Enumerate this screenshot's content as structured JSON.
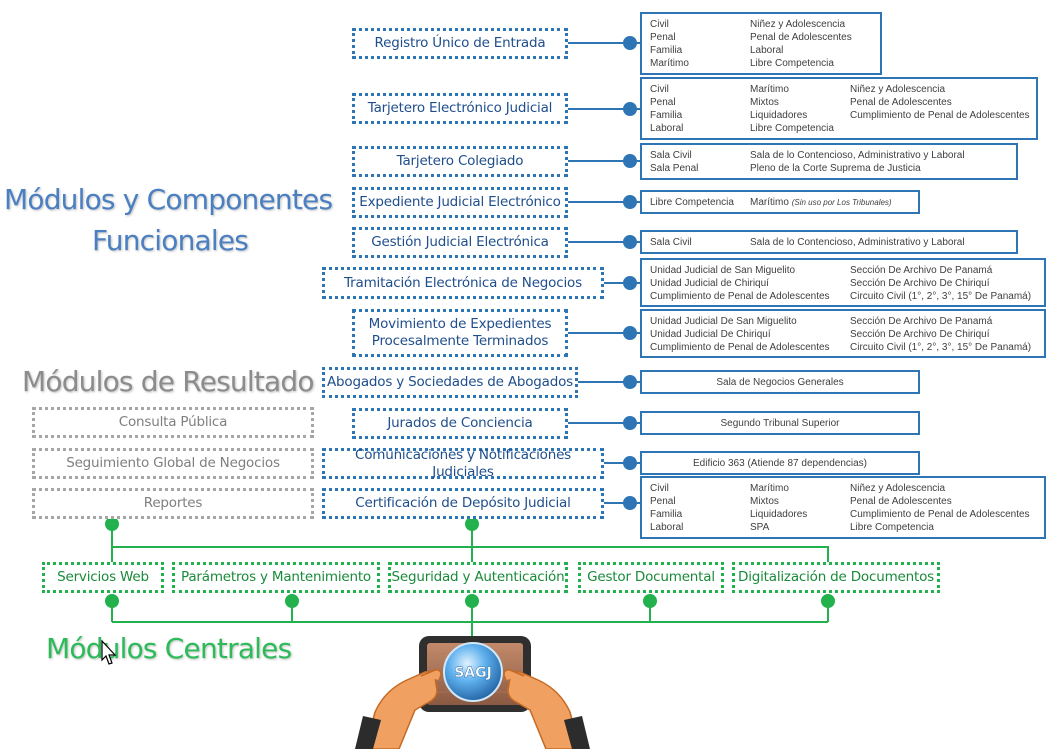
{
  "headings": {
    "functional_line1": "Módulos y Componentes",
    "functional_line2": "Funcionales",
    "result": "Módulos de Resultado",
    "central": "Módulos Centrales"
  },
  "functional_modules": [
    "Registro Único de Entrada",
    "Tarjetero Electrónico Judicial",
    "Tarjetero Colegiado",
    "Expediente Judicial Electrónico",
    "Gestión Judicial Electrónica",
    "Tramitación Electrónica de Negocios",
    "Movimiento de Expedientes Procesalmente Terminados",
    "Abogados y Sociedades de Abogados",
    "Jurados de Conciencia",
    "Comunicaciones y Notificaciones Judiciales",
    "Certificación de Depósito Judicial"
  ],
  "result_modules": [
    "Consulta Pública",
    "Seguimiento Global de Negocios",
    "Reportes"
  ],
  "central_modules": [
    "Servicios Web",
    "Parámetros y Mantenimiento",
    "Seguridad y Autenticación",
    "Gestor Documental",
    "Digitalización de Documentos"
  ],
  "panels": {
    "registro": {
      "col1": "Civil\nPenal\nFamilia\nMarítimo",
      "col2": "Niñez y Adolescencia\nPenal de Adolescentes\nLaboral\nLibre Competencia"
    },
    "tarjetero_judicial": {
      "col1": "Civil\nPenal\nFamilia\nLaboral",
      "col2": "Marítimo\nMixtos\nLiquidadores\nLibre Competencia",
      "col3": "Niñez y Adolescencia\nPenal de Adolescentes\nCumplimiento de Penal de Adolescentes"
    },
    "tarjetero_colegiado": {
      "col1": "Sala Civil\nSala Penal",
      "col2": "Sala de lo Contencioso, Administrativo y Laboral\nPleno de la Corte Suprema de Justicia"
    },
    "expediente": {
      "col1": "Libre Competencia",
      "col2": "Marítimo",
      "note": "(Sin uso por Los Tribunales)"
    },
    "gestion": {
      "col1": "Sala Civil",
      "col2": "Sala de lo Contencioso, Administrativo y Laboral"
    },
    "tramitacion": {
      "col1": "Unidad Judicial de San Miguelito\nUnidad Judicial de Chiriquí\nCumplimiento de Penal de Adolescentes",
      "col2": "Sección De Archivo De Panamá\nSección De Archivo De Chiriquí\nCircuito Civil (1°, 2°, 3°, 15° De Panamá)"
    },
    "movimiento": {
      "col1": "Unidad Judicial De San Miguelito\nUnidad Judicial De Chiriquí\nCumplimiento de Penal de Adolescentes",
      "col2": "Sección De Archivo De Panamá\nSección De Archivo De Chiriquí\nCircuito Civil (1°, 2°, 3°, 15° De Panamá)"
    },
    "abogados": {
      "text": "Sala de Negocios Generales"
    },
    "jurados": {
      "text": "Segundo Tribunal Superior"
    },
    "comunicaciones": {
      "text": "Edificio 363 (Atiende 87 dependencias)"
    },
    "certificacion": {
      "col1": "Civil\nPenal\nFamilia\nLaboral",
      "col2": "Marítimo\nMixtos\nLiquidadores\nSPA",
      "col3": "Niñez y Adolescencia\nPenal de Adolescentes\nCumplimiento de Penal de Adolescentes\nLibre Competencia"
    }
  },
  "logo_text": "SAGJ",
  "colors": {
    "blue": "#2E75B6",
    "green": "#22b14c",
    "gray": "#a6a6a6",
    "heading_blue": "#4a7fc1",
    "heading_gray": "#8c8c8c",
    "heading_green": "#2dbb5a"
  }
}
